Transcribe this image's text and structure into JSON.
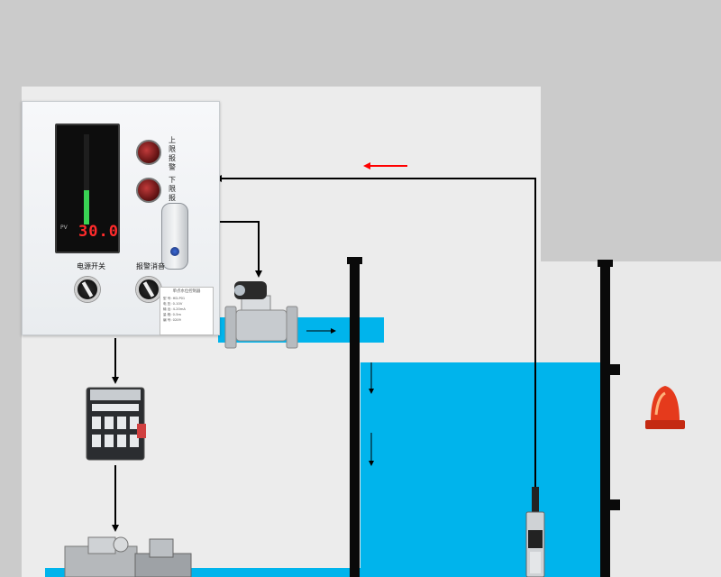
{
  "panel": {
    "display_value": "30.0",
    "pv_label": "PV",
    "level_fill": 0.38,
    "upper_alarm_label": "上限报警",
    "lower_alarm_label": "下限报警",
    "power_switch_label": "电源开关",
    "alarm_silence_label": "报警消音",
    "nameplate_title": "单点水位控制器",
    "nameplate_lines": [
      "型 号: HD-P01",
      "电 压: 0-10V",
      "输 出: 4-20mA",
      "量 程: 0-5m",
      "编 号: 0209"
    ]
  },
  "colors": {
    "water": "#00b4ec",
    "wall": "#0a0a0a",
    "flow_arrow": "#ff0000",
    "background_light": "#ececec",
    "background_mid": "#d6d6d6"
  },
  "icons": {
    "solenoid_valve": "solenoid-valve-icon",
    "contactor": "contactor-icon",
    "pump": "water-pump-icon",
    "level_sensor": "level-sensor-icon",
    "alarm_light": "alarm-beacon-icon"
  }
}
